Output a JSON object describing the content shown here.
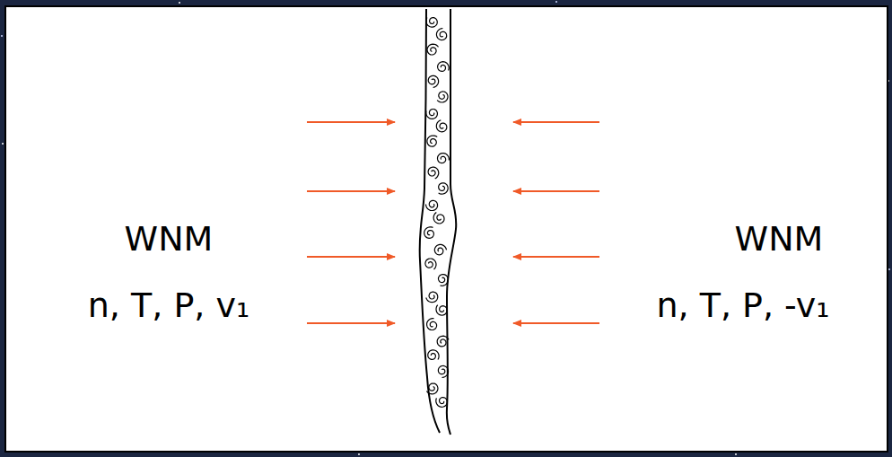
{
  "diagram": {
    "labels": [
      "WNM",
      "n, T, P, v₁",
      "WNM",
      "n, T, P, -v₁"
    ]
  }
}
